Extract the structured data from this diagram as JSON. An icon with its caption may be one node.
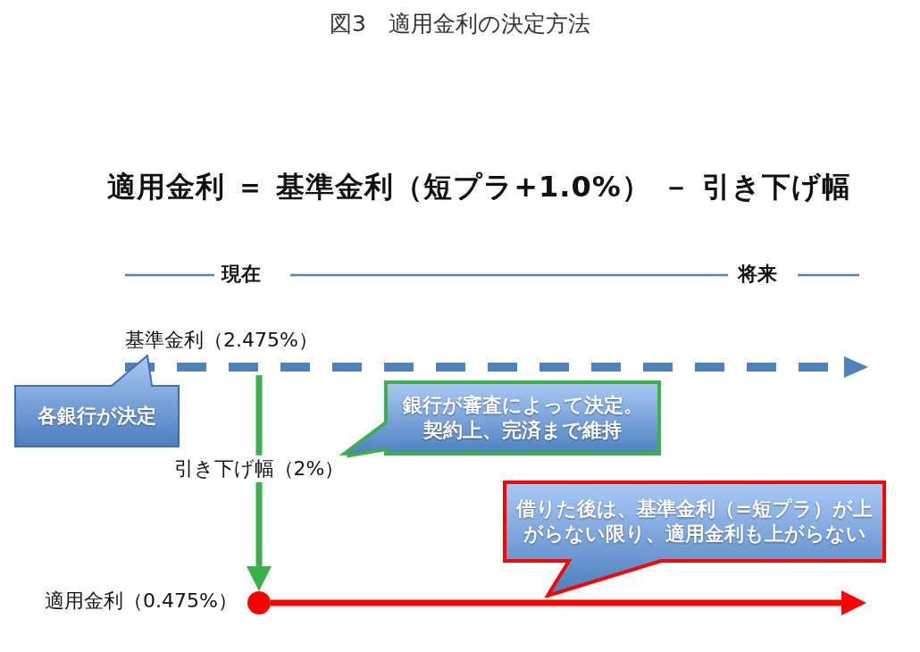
{
  "diagram": {
    "title": "図3　適用金利の決定方法",
    "nodes": [
      {
        "text": [
          "各銀行が決定"
        ]
      },
      {
        "text": [
          "銀行が審査によって決定。契約上、完済まで維持"
        ]
      },
      {
        "text": [
          "借りた後は、基準金利（=短プラ）が上がらない限り、適用金利も上がらない"
        ]
      },
      {
        "text": [],
        "shape": "circle",
        "beside": [
          "適用金利（0.475%）"
        ]
      }
    ],
    "edges": [
      {
        "from": null,
        "to": 3,
        "arrow": "to",
        "label": "引き下げ幅（2%）",
        "color": "#3cb04a"
      },
      {
        "from": 3,
        "to": null,
        "arrow": "to",
        "color": "#ff0000"
      }
    ],
    "labels": [
      "適用金利 ＝ 基準金利（短プラ+1.0%） － 引き下げ幅",
      "現在",
      "将来",
      "基準金利（2.475%）"
    ]
  }
}
